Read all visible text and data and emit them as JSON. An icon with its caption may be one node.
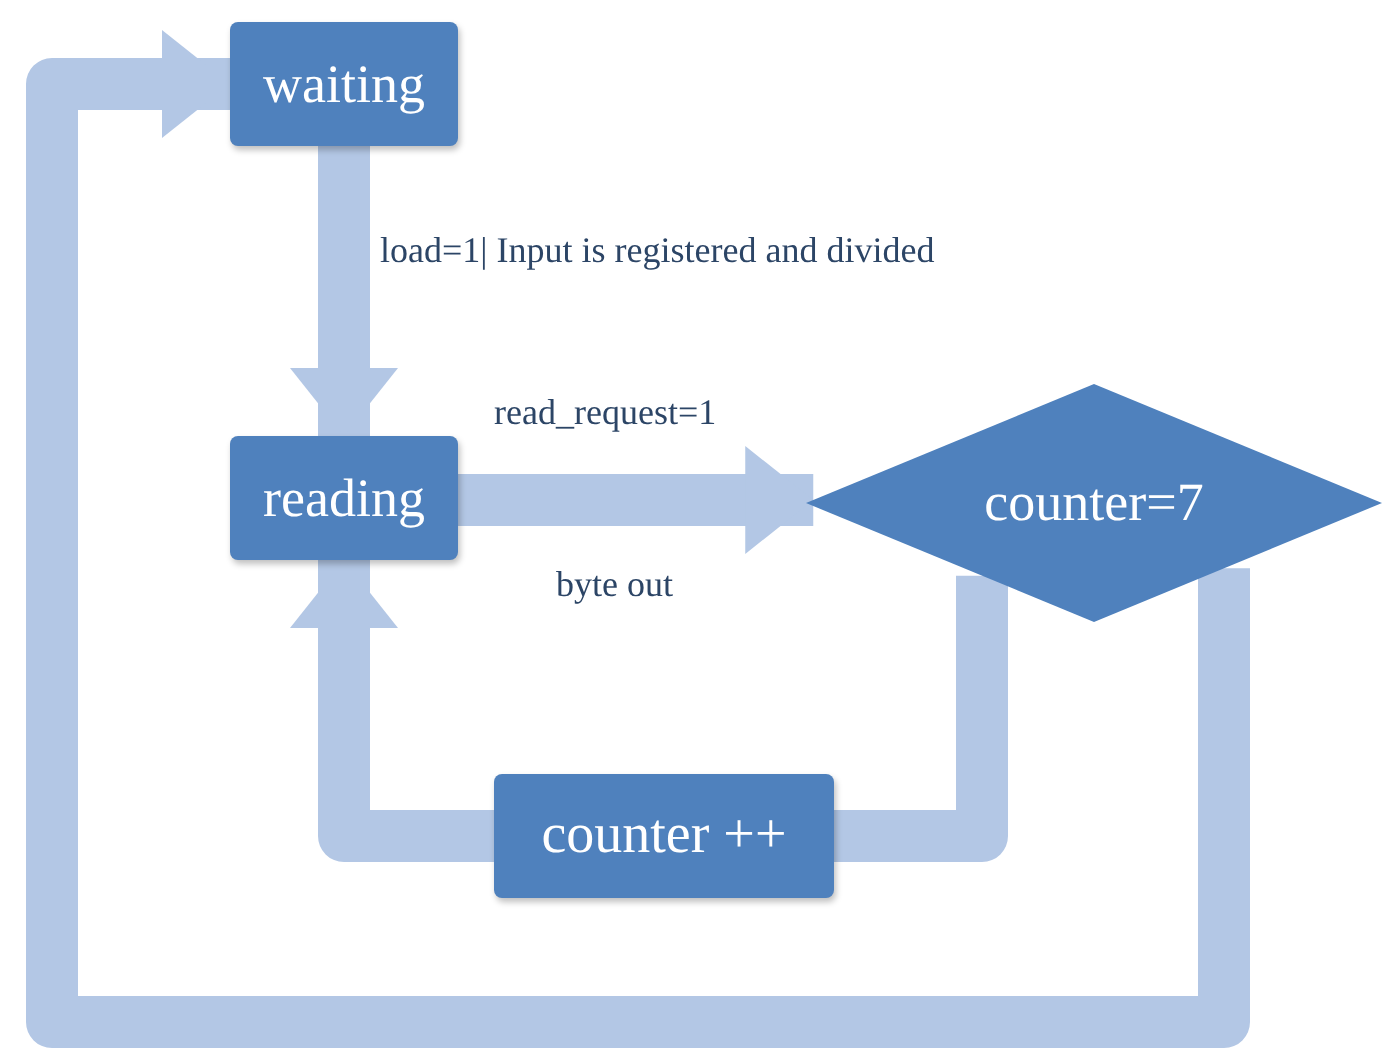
{
  "diagram": {
    "nodes": [
      {
        "text": [
          "waiting"
        ]
      },
      {
        "text": [
          "reading"
        ]
      },
      {
        "text": [
          "counter=7"
        ]
      },
      {
        "text": [
          "counter ++"
        ]
      }
    ],
    "edges": [
      {
        "from": 0,
        "to": 1,
        "arrow": "to",
        "label": "load=1| Input is registered and divided"
      },
      {
        "from": 1,
        "to": 2,
        "arrow": "to",
        "label": "read_request=1"
      },
      {
        "from": 2,
        "to": 3,
        "arrow": "none"
      },
      {
        "from": 3,
        "to": 1,
        "arrow": "to"
      },
      {
        "from": 2,
        "to": 0,
        "arrow": "to"
      }
    ],
    "labels": [
      "byte out"
    ]
  }
}
